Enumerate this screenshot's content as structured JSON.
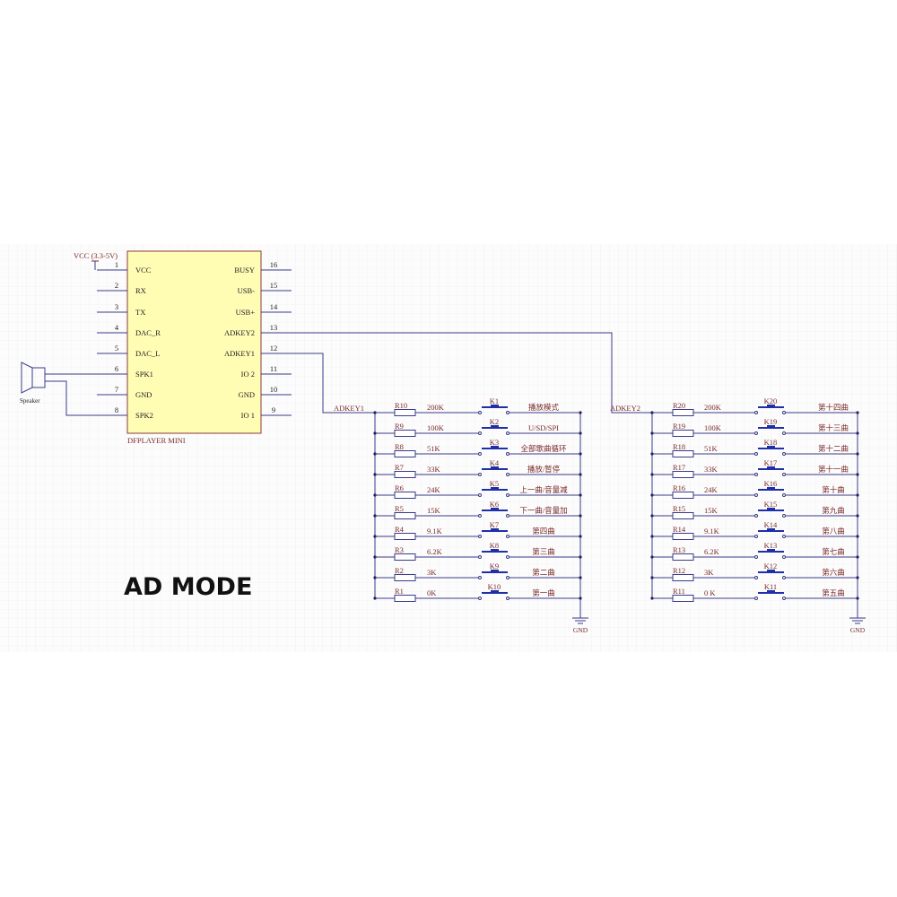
{
  "title": "AD MODE",
  "chip": {
    "name": "DFPLAYER MINI",
    "power_label": "VCC (3.3-5V)",
    "left_pins": [
      {
        "num": "1",
        "name": "VCC"
      },
      {
        "num": "2",
        "name": "RX"
      },
      {
        "num": "3",
        "name": "TX"
      },
      {
        "num": "4",
        "name": "DAC_R"
      },
      {
        "num": "5",
        "name": "DAC_L"
      },
      {
        "num": "6",
        "name": "SPK1"
      },
      {
        "num": "7",
        "name": "GND"
      },
      {
        "num": "8",
        "name": "SPK2"
      }
    ],
    "right_pins": [
      {
        "num": "16",
        "name": "BUSY"
      },
      {
        "num": "15",
        "name": "USB-"
      },
      {
        "num": "14",
        "name": "USB+"
      },
      {
        "num": "13",
        "name": "ADKEY2"
      },
      {
        "num": "12",
        "name": "ADKEY1"
      },
      {
        "num": "11",
        "name": "IO 2"
      },
      {
        "num": "10",
        "name": "GND"
      },
      {
        "num": "9",
        "name": "IO 1"
      }
    ]
  },
  "speaker_label": "Speaker",
  "ladders": [
    {
      "net": "ADKEY1",
      "ground": "GND",
      "rows": [
        {
          "r": "R10",
          "value": "200K",
          "k": "K1",
          "function": "播放模式"
        },
        {
          "r": "R9",
          "value": "100K",
          "k": "K2",
          "function": "U/SD/SPI"
        },
        {
          "r": "R8",
          "value": "51K",
          "k": "K3",
          "function": "全部歌曲循环"
        },
        {
          "r": "R7",
          "value": "33K",
          "k": "K4",
          "function": "播放/暂停"
        },
        {
          "r": "R6",
          "value": "24K",
          "k": "K5",
          "function": "上一曲/音量减"
        },
        {
          "r": "R5",
          "value": "15K",
          "k": "K6",
          "function": "下一曲/音量加"
        },
        {
          "r": "R4",
          "value": "9.1K",
          "k": "K7",
          "function": "第四曲"
        },
        {
          "r": "R3",
          "value": "6.2K",
          "k": "K8",
          "function": "第三曲"
        },
        {
          "r": "R2",
          "value": "3K",
          "k": "K9",
          "function": "第二曲"
        },
        {
          "r": "R1",
          "value": "0K",
          "k": "K10",
          "function": "第一曲"
        }
      ]
    },
    {
      "net": "ADKEY2",
      "ground": "GND",
      "rows": [
        {
          "r": "R20",
          "value": "200K",
          "k": "K20",
          "function": "第十四曲"
        },
        {
          "r": "R19",
          "value": "100K",
          "k": "K19",
          "function": "第十三曲"
        },
        {
          "r": "R18",
          "value": "51K",
          "k": "K18",
          "function": "第十二曲"
        },
        {
          "r": "R17",
          "value": "33K",
          "k": "K17",
          "function": "第十一曲"
        },
        {
          "r": "R16",
          "value": "24K",
          "k": "K16",
          "function": "第十曲"
        },
        {
          "r": "R15",
          "value": "15K",
          "k": "K15",
          "function": "第九曲"
        },
        {
          "r": "R14",
          "value": "9.1K",
          "k": "K14",
          "function": "第八曲"
        },
        {
          "r": "R13",
          "value": "6.2K",
          "k": "K13",
          "function": "第七曲"
        },
        {
          "r": "R12",
          "value": "3K",
          "k": "K12",
          "function": "第六曲"
        },
        {
          "r": "R11",
          "value": "0 K",
          "k": "K11",
          "function": "第五曲"
        }
      ]
    }
  ],
  "colors": {
    "wire": "#3a3a8a",
    "text": "#7a2a2a",
    "chip_fill": "#fffcb4",
    "switch": "#1f2fa8"
  }
}
